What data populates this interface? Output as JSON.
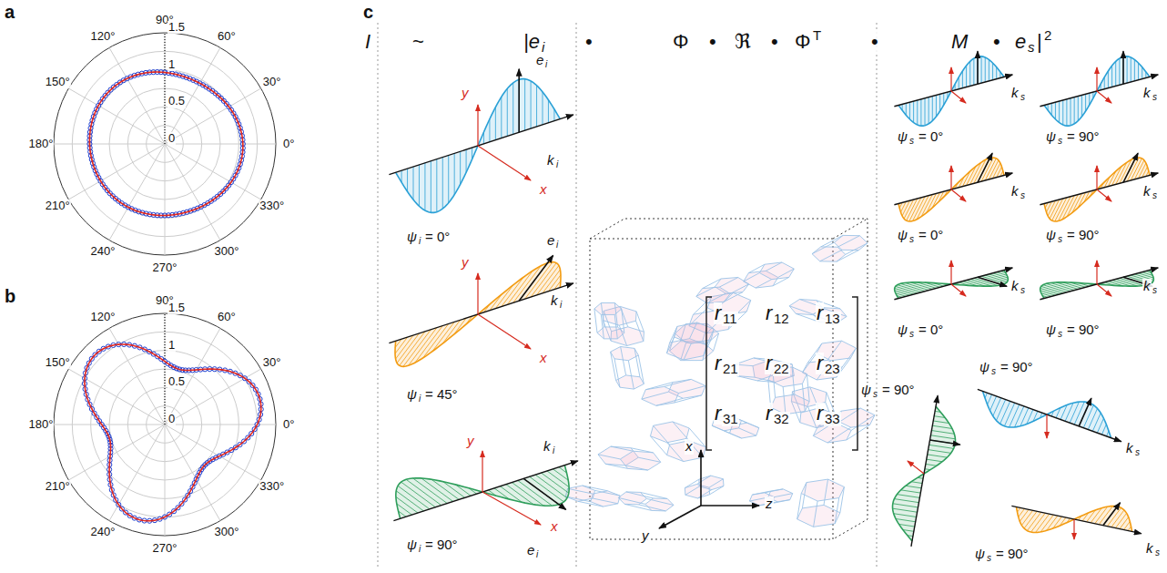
{
  "diagram": {
    "labels": [
      "a",
      "b",
      "c",
      "90°",
      "60°",
      "30°",
      "0°",
      "330°",
      "300°",
      "270°",
      "240°",
      "210°",
      "180°",
      "150°",
      "120°",
      "1.5",
      "1",
      "0.5",
      "0",
      "90°",
      "60°",
      "30°",
      "0°",
      "330°",
      "300°",
      "270°",
      "240°",
      "210°",
      "180°",
      "150°",
      "120°",
      "1.5",
      "1",
      "0.5",
      "0",
      "I",
      "~",
      "|e",
      "i",
      "•",
      "Φ",
      "•",
      "ℜ",
      "•",
      "Φ",
      "T",
      "•",
      "M",
      "•",
      "e",
      "s",
      "|",
      "2",
      "y",
      "e",
      "i",
      "k",
      "i",
      "x",
      "ψ",
      "i",
      "= 0°",
      "y",
      "e",
      "i",
      "k",
      "i",
      "x",
      "ψ",
      "i",
      "= 45°",
      "y",
      "k",
      "i",
      "ψ",
      "i",
      "= 90°",
      "e",
      "i",
      "x",
      "r",
      "11",
      "r",
      "12",
      "r",
      "13",
      "r",
      "21",
      "r",
      "22",
      "r",
      "23",
      "r",
      "31",
      "r",
      "32",
      "r",
      "33",
      "x",
      "y",
      "z",
      "ψ",
      "s",
      "= 0°",
      "k",
      "s",
      "ψ",
      "s",
      "= 90°",
      "k",
      "s",
      "ψ",
      "s",
      "= 0°",
      "k",
      "s",
      "ψ",
      "s",
      "= 90°",
      "k",
      "s",
      "k",
      "s",
      "ψ",
      "s",
      "= 0°",
      "k",
      "s",
      "ψ",
      "s",
      "= 90°",
      "ψ",
      "s",
      "= 90°",
      "ψ",
      "s",
      "= 90°",
      "k",
      "s",
      "ψ",
      "s",
      "= 90°",
      "k",
      "s"
    ]
  }
}
